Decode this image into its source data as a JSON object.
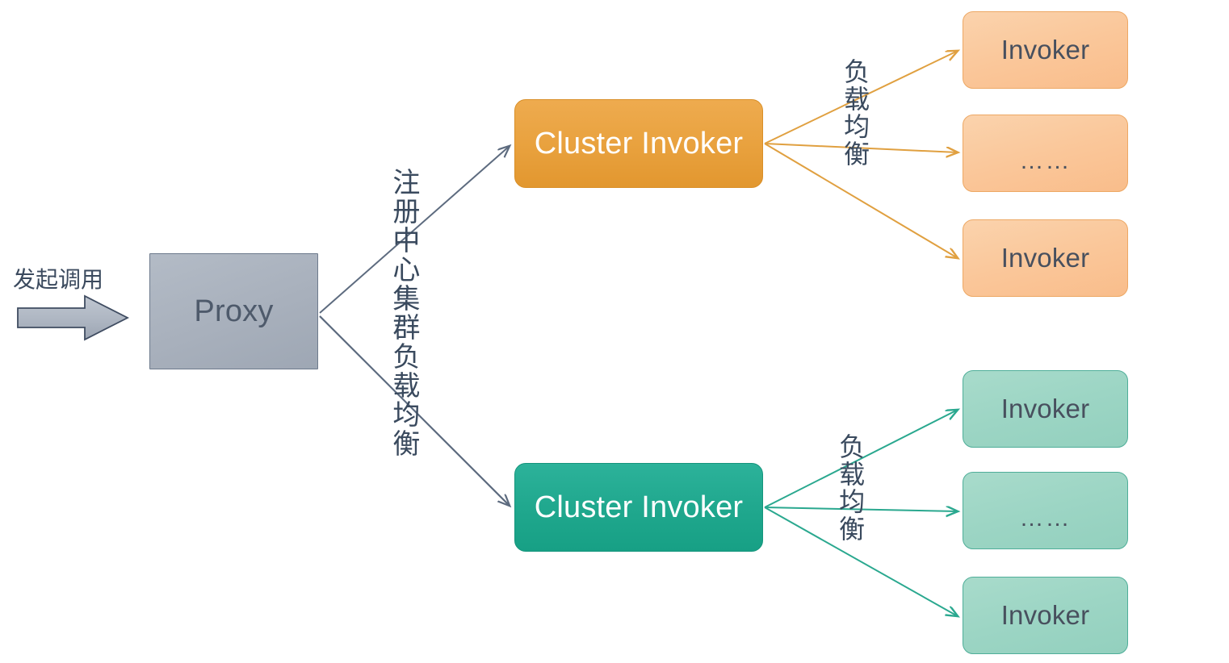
{
  "diagram": {
    "title": "Dubbo Cluster Invoker load balancing architecture",
    "colors": {
      "proxy_fill": "#a8b0bc",
      "proxy_border": "#6d7a8c",
      "proxy_text": "#4e5a6b",
      "orange_cluster_fill": "#e9a23f",
      "orange_cluster_border": "#d98f28",
      "orange_leaf_fill": "#fac79a",
      "orange_leaf_border": "#eda864",
      "orange_edge": "#e0a040",
      "green_cluster_fill": "#1fa78d",
      "green_cluster_border": "#15957c",
      "green_leaf_fill": "#9cd5c4",
      "green_leaf_border": "#4fae99",
      "green_edge": "#2aa88f",
      "gray_edge": "#5d6b7f",
      "cjk_label_text": "#3a4a5e",
      "leaf_text": "#48505e",
      "background": "#ffffff"
    },
    "entry": {
      "caption": "发起调用",
      "arrow_icon": "block-arrow-right-icon"
    },
    "proxy": {
      "label": "Proxy"
    },
    "edge_labels": {
      "registry": "注册中心集群负载均衡",
      "load_balance_top": "负载均衡",
      "load_balance_bottom": "负载均衡"
    },
    "clusters": [
      {
        "id": "cluster-orange",
        "label": "Cluster Invoker",
        "accent": "#e9a23f",
        "invokers": [
          {
            "label": "Invoker",
            "kind": "named"
          },
          {
            "label": "……",
            "kind": "ellipsis"
          },
          {
            "label": "Invoker",
            "kind": "named"
          }
        ]
      },
      {
        "id": "cluster-green",
        "label": "Cluster Invoker",
        "accent": "#1fa78d",
        "invokers": [
          {
            "label": "Invoker",
            "kind": "named"
          },
          {
            "label": "……",
            "kind": "ellipsis"
          },
          {
            "label": "Invoker",
            "kind": "named"
          }
        ]
      }
    ]
  }
}
